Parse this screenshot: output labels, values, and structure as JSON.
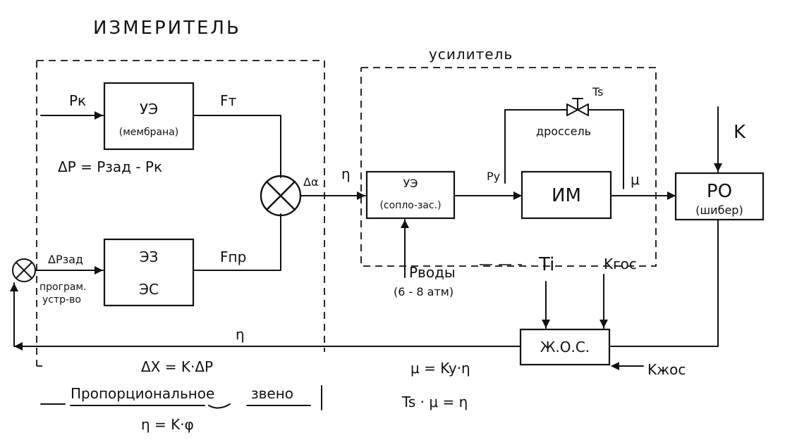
{
  "labels": {
    "measurer_title": "ИЗМЕРИТЕЛЬ",
    "amplifier_title": "усилитель",
    "p_k": "Pк",
    "delta_p_formula": "ΔP = Pзад - Pк",
    "ue1_name": "УЭ",
    "ue1_sub": "(мембрана)",
    "f_t": "Fт",
    "ez_line1": "ЭЗ",
    "ez_line2": "ЭС",
    "f_pr": "Fпр",
    "delta_p_zad": "ΔPзад",
    "prog_line1": "програм.",
    "prog_line2": "устр-во",
    "delta_alpha": "Δα",
    "eta_in": "η",
    "ue2_name": "УЭ",
    "ue2_sub": "(сопло-зас.)",
    "p_y": "Py",
    "im_name": "ИМ",
    "mu": "μ",
    "ts_top": "Ts",
    "throttle": "дроссель",
    "k_top": "K",
    "ro_name": "РО",
    "ro_sub": "(шибер)",
    "p_water": "Pводы",
    "p_water_range": "(6 - 8 атм)",
    "t_i": "Ti",
    "k_gos": "Kгос",
    "zhos_name": "Ж.О.С.",
    "k_zhos": "Kжос",
    "eta_fb": "η",
    "delta_x_formula": "ΔX = K·ΔP",
    "proportional_word1": "Пропорциональное",
    "proportional_word2": "звено",
    "eta_k_phi": "η = K·φ",
    "mu_formula": "μ = Ky·η",
    "ts_formula": "Ts · μ = η"
  }
}
